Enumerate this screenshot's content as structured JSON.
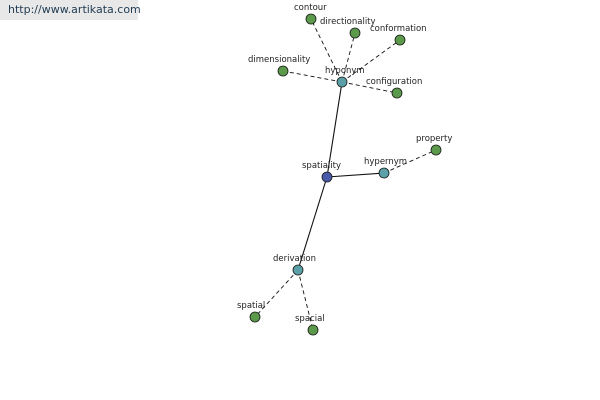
{
  "banner": {
    "url": "http://www.artikata.com"
  },
  "colors": {
    "root": "#4a5aa8",
    "relation": "#5aa0a6",
    "leaf": "#5a9a4a",
    "edge": "#111111"
  },
  "graph": {
    "nodes": [
      {
        "id": "spatiality",
        "label": "spatiality",
        "kind": "root"
      },
      {
        "id": "hyponym",
        "label": "hyponym",
        "kind": "relation"
      },
      {
        "id": "hypernym",
        "label": "hypernym",
        "kind": "relation"
      },
      {
        "id": "derivation",
        "label": "derivation",
        "kind": "relation"
      },
      {
        "id": "contour",
        "label": "contour",
        "kind": "leaf"
      },
      {
        "id": "directionality",
        "label": "directionality",
        "kind": "leaf"
      },
      {
        "id": "conformation",
        "label": "conformation",
        "kind": "leaf"
      },
      {
        "id": "dimensionality",
        "label": "dimensionality",
        "kind": "leaf"
      },
      {
        "id": "configuration",
        "label": "configuration",
        "kind": "leaf"
      },
      {
        "id": "property",
        "label": "property",
        "kind": "leaf"
      },
      {
        "id": "spatial",
        "label": "spatial",
        "kind": "leaf"
      },
      {
        "id": "spacial",
        "label": "spacial",
        "kind": "leaf"
      }
    ],
    "edges": [
      {
        "from": "spatiality",
        "to": "hyponym",
        "style": "solid"
      },
      {
        "from": "spatiality",
        "to": "hypernym",
        "style": "solid"
      },
      {
        "from": "spatiality",
        "to": "derivation",
        "style": "solid"
      },
      {
        "from": "hyponym",
        "to": "contour",
        "style": "dashed"
      },
      {
        "from": "hyponym",
        "to": "directionality",
        "style": "dashed"
      },
      {
        "from": "hyponym",
        "to": "conformation",
        "style": "dashed"
      },
      {
        "from": "hyponym",
        "to": "dimensionality",
        "style": "dashed"
      },
      {
        "from": "hyponym",
        "to": "configuration",
        "style": "dashed"
      },
      {
        "from": "hypernym",
        "to": "property",
        "style": "dashed"
      },
      {
        "from": "derivation",
        "to": "spatial",
        "style": "dashed"
      },
      {
        "from": "derivation",
        "to": "spacial",
        "style": "dashed"
      }
    ]
  }
}
